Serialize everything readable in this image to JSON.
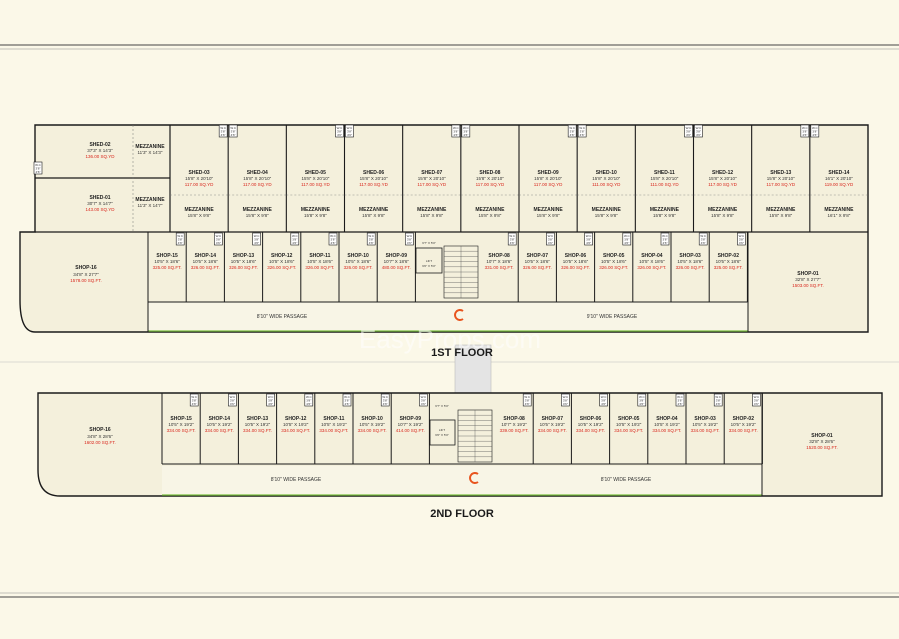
{
  "watermark": "EasyProps.com",
  "floors": [
    {
      "title": "1ST FLOOR",
      "passage_left": "8'10\" WIDE PASSAGE",
      "passage_right": "9'10\" WIDE PASSAGE",
      "lift": {
        "label": "LIFT",
        "size": "6'0\" X 5'0\""
      },
      "stair_dim": "6'7\" X 5'0\"",
      "sheds": [
        {
          "name": "SHED-02",
          "size": "37'3\" X 14'3\"",
          "area": "136.00 SQ.YD",
          "mezz": "MEZZANINE",
          "mezz_size": "11'3\" X 14'3\""
        },
        {
          "name": "SHED-01",
          "size": "30'7\" X 14'7\"",
          "area": "143.00 SQ.YD",
          "mezz": "MEZZANINE",
          "mezz_size": "11'3\" X 14'7\""
        },
        {
          "name": "SHED-03",
          "size": "15'8\" X 20'10\"",
          "area": "117.00 SQ.YD",
          "mezz": "MEZZANINE",
          "mezz_size": "15'8\" X 9'8\""
        },
        {
          "name": "SHED-04",
          "size": "15'8\" X 20'10\"",
          "area": "117.00 SQ.YD",
          "mezz": "MEZZANINE",
          "mezz_size": "15'8\" X 9'8\""
        },
        {
          "name": "SHED-05",
          "size": "15'8\" X 20'10\"",
          "area": "117.00 SQ.YD",
          "mezz": "MEZZANINE",
          "mezz_size": "15'8\" X 9'8\""
        },
        {
          "name": "SHED-06",
          "size": "15'8\" X 20'10\"",
          "area": "117.00 SQ.YD",
          "mezz": "MEZZANINE",
          "mezz_size": "15'8\" X 9'8\""
        },
        {
          "name": "SHED-07",
          "size": "15'8\" X 20'10\"",
          "area": "117.00 SQ.YD",
          "mezz": "MEZZANINE",
          "mezz_size": "15'8\" X 9'8\""
        },
        {
          "name": "SHED-08",
          "size": "15'8\" X 20'10\"",
          "area": "117.00 SQ.YD",
          "mezz": "MEZZANINE",
          "mezz_size": "15'8\" X 9'8\""
        },
        {
          "name": "SHED-09",
          "size": "15'8\" X 20'10\"",
          "area": "117.00 SQ.YD",
          "mezz": "MEZZANINE",
          "mezz_size": "15'8\" X 9'8\""
        },
        {
          "name": "SHED-10",
          "size": "15'8\" X 20'10\"",
          "area": "111.00 SQ.YD",
          "mezz": "MEZZANINE",
          "mezz_size": "15'8\" X 9'8\""
        },
        {
          "name": "SHED-11",
          "size": "15'8\" X 20'10\"",
          "area": "111.00 SQ.YD",
          "mezz": "MEZZANINE",
          "mezz_size": "15'8\" X 9'8\""
        },
        {
          "name": "SHED-12",
          "size": "15'8\" X 20'10\"",
          "area": "117.00 SQ.YD",
          "mezz": "MEZZANINE",
          "mezz_size": "15'8\" X 9'8\""
        },
        {
          "name": "SHED-13",
          "size": "15'8\" X 20'10\"",
          "area": "117.00 SQ.YD",
          "mezz": "MEZZANINE",
          "mezz_size": "15'8\" X 9'8\""
        },
        {
          "name": "SHED-14",
          "size": "16'1\" X 20'10\"",
          "area": "119.00 SQ.YD",
          "mezz": "MEZZANINE",
          "mezz_size": "16'1\" X 9'8\""
        }
      ],
      "shop_big_left": {
        "name": "SHOP-16",
        "size": "34'8\" X 27'7\"",
        "area": "1578.00 SQ.FT."
      },
      "shop_big_right": {
        "name": "SHOP-01",
        "size": "32'8\" X 27'7\"",
        "area": "1503.00 SQ.FT."
      },
      "shops": [
        {
          "name": "SHOP-15",
          "size": "10'5\" X 18'6\"",
          "area": "325.00 SQ.FT."
        },
        {
          "name": "SHOP-14",
          "size": "10'5\" X 18'6\"",
          "area": "326.00 SQ.FT."
        },
        {
          "name": "SHOP-13",
          "size": "10'5\" X 18'6\"",
          "area": "326.00 SQ.FT."
        },
        {
          "name": "SHOP-12",
          "size": "10'5\" X 18'6\"",
          "area": "326.00 SQ.FT."
        },
        {
          "name": "SHOP-11",
          "size": "10'5\" X 18'6\"",
          "area": "326.00 SQ.FT."
        },
        {
          "name": "SHOP-10",
          "size": "10'5\" X 18'6\"",
          "area": "326.00 SQ.FT."
        },
        {
          "name": "SHOP-09",
          "size": "10'7\" X 18'6\"",
          "area": "480.00 SQ.FT."
        },
        {
          "name": "SHOP-08",
          "size": "10'7\" X 18'6\"",
          "area": "331.00 SQ.FT."
        },
        {
          "name": "SHOP-07",
          "size": "10'5\" X 18'6\"",
          "area": "326.00 SQ.FT."
        },
        {
          "name": "SHOP-06",
          "size": "10'5\" X 18'6\"",
          "area": "326.00 SQ.FT."
        },
        {
          "name": "SHOP-05",
          "size": "10'5\" X 18'6\"",
          "area": "326.00 SQ.FT."
        },
        {
          "name": "SHOP-04",
          "size": "10'5\" X 18'6\"",
          "area": "326.00 SQ.FT."
        },
        {
          "name": "SHOP-03",
          "size": "10'5\" X 18'6\"",
          "area": "326.00 SQ.FT."
        },
        {
          "name": "SHOP-02",
          "size": "10'5\" X 18'6\"",
          "area": "325.00 SQ.FT."
        }
      ]
    },
    {
      "title": "2ND FLOOR",
      "passage_left": "8'10\" WIDE PASSAGE",
      "passage_right": "8'10\" WIDE PASSAGE",
      "lift": {
        "label": "LIFT",
        "size": "6'0\" X 5'0\""
      },
      "stair_dim": "6'7\" X 5'0\"",
      "shop_big_left": {
        "name": "SHOP-16",
        "size": "34'8\" X 28'6\"",
        "area": "1602.00 SQ.FT."
      },
      "shop_big_right": {
        "name": "SHOP-01",
        "size": "32'8\" X 28'6\"",
        "area": "1520.00 SQ.FT."
      },
      "shops": [
        {
          "name": "SHOP-15",
          "size": "10'5\" X 19'2\"",
          "area": "334.00 SQ.FT."
        },
        {
          "name": "SHOP-14",
          "size": "10'5\" X 19'2\"",
          "area": "334.00 SQ.FT."
        },
        {
          "name": "SHOP-13",
          "size": "10'5\" X 19'2\"",
          "area": "334.00 SQ.FT."
        },
        {
          "name": "SHOP-12",
          "size": "10'5\" X 19'2\"",
          "area": "334.00 SQ.FT."
        },
        {
          "name": "SHOP-11",
          "size": "10'5\" X 19'2\"",
          "area": "334.00 SQ.FT."
        },
        {
          "name": "SHOP-10",
          "size": "10'5\" X 19'2\"",
          "area": "334.00 SQ.FT."
        },
        {
          "name": "SHOP-09",
          "size": "10'7\" X 19'2\"",
          "area": "414.00 SQ.FT."
        },
        {
          "name": "SHOP-08",
          "size": "10'7\" X 19'2\"",
          "area": "339.00 SQ.FT."
        },
        {
          "name": "SHOP-07",
          "size": "10'5\" X 19'2\"",
          "area": "334.00 SQ.FT."
        },
        {
          "name": "SHOP-06",
          "size": "10'5\" X 19'2\"",
          "area": "334.00 SQ.FT."
        },
        {
          "name": "SHOP-05",
          "size": "10'5\" X 19'2\"",
          "area": "334.00 SQ.FT."
        },
        {
          "name": "SHOP-04",
          "size": "10'5\" X 19'2\"",
          "area": "334.00 SQ.FT."
        },
        {
          "name": "SHOP-03",
          "size": "10'5\" X 19'2\"",
          "area": "334.00 SQ.FT."
        },
        {
          "name": "SHOP-02",
          "size": "10'5\" X 19'2\"",
          "area": "334.00 SQ.FT."
        }
      ]
    }
  ],
  "wc_label": {
    "line1": "W.C",
    "line2": "3'8\"",
    "line3": "4'6\""
  },
  "colors": {
    "background": "#fbf8e8",
    "wall": "#1a1a1a",
    "area_text": "#d9261c",
    "passage_edge": "#7dc242",
    "compass": "#e8541e"
  }
}
